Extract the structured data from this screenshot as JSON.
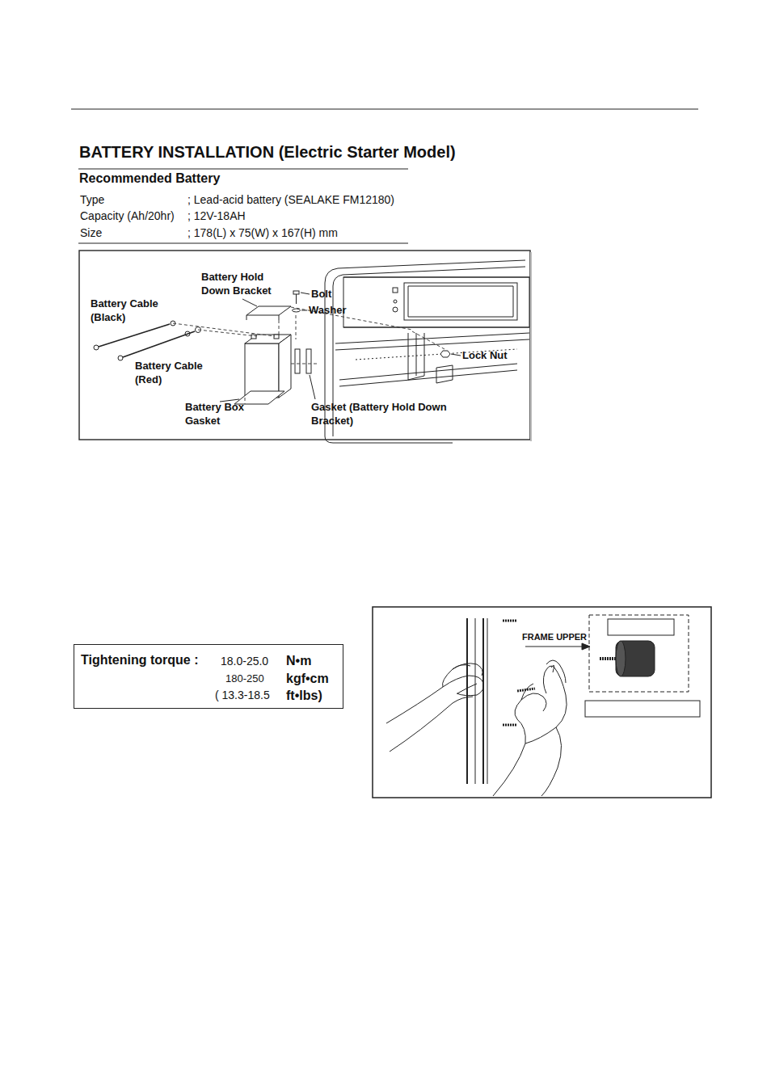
{
  "diagram": {
    "title": "BATTERY INSTALLATION (Electric Starter Model)",
    "nodes": [
      {
        "text": [
          "Tightening torque :",
          "18.0-25.0",
          "N•m",
          "180-250",
          "kgf•cm",
          "( 13.3-18.5",
          "ft•lbs)"
        ]
      }
    ],
    "labels": [
      "Recommended Battery",
      "Type",
      "; Lead-acid battery (SEALAKE FM12180)",
      "Capacity (Ah/20hr)",
      "; 12V-18AH",
      "Size",
      "; 178(L) x 75(W) x 167(H) mm",
      "Battery Hold Down Bracket",
      "Bolt",
      "Washer",
      "Battery Cable (Black)",
      "Battery Cable (Red)",
      "Lock Nut",
      "Battery Box Gasket",
      "Gasket (Battery Hold Down Bracket)",
      "FRAME UPPER"
    ]
  }
}
